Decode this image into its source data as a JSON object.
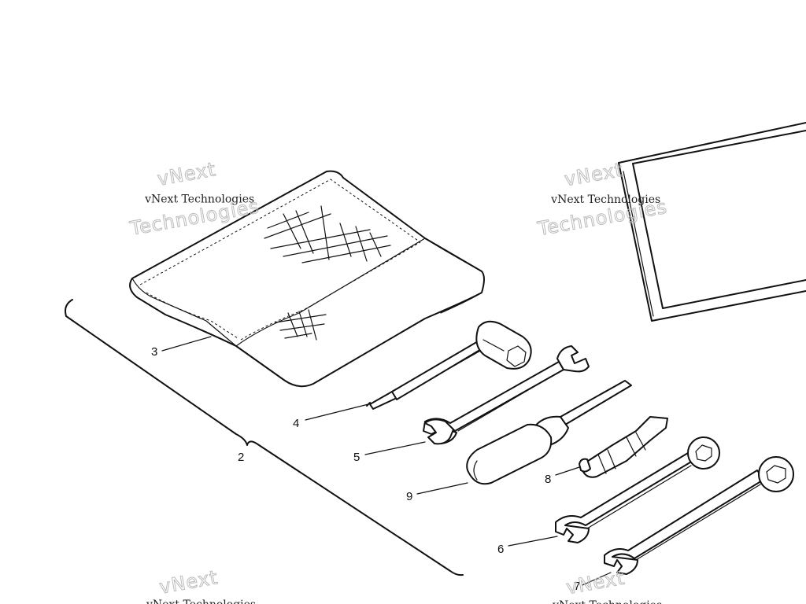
{
  "callouts": {
    "c2": "2",
    "c3": "3",
    "c4": "4",
    "c5": "5",
    "c6": "6",
    "c7": "7",
    "c8": "8",
    "c9": "9"
  },
  "watermark": {
    "line1": "vNext Technologies",
    "line2": "Technologies",
    "line3": "vNext"
  },
  "colors": {
    "ink": "#111111",
    "watermark": "#bbbbbb",
    "background": "#ffffff"
  }
}
